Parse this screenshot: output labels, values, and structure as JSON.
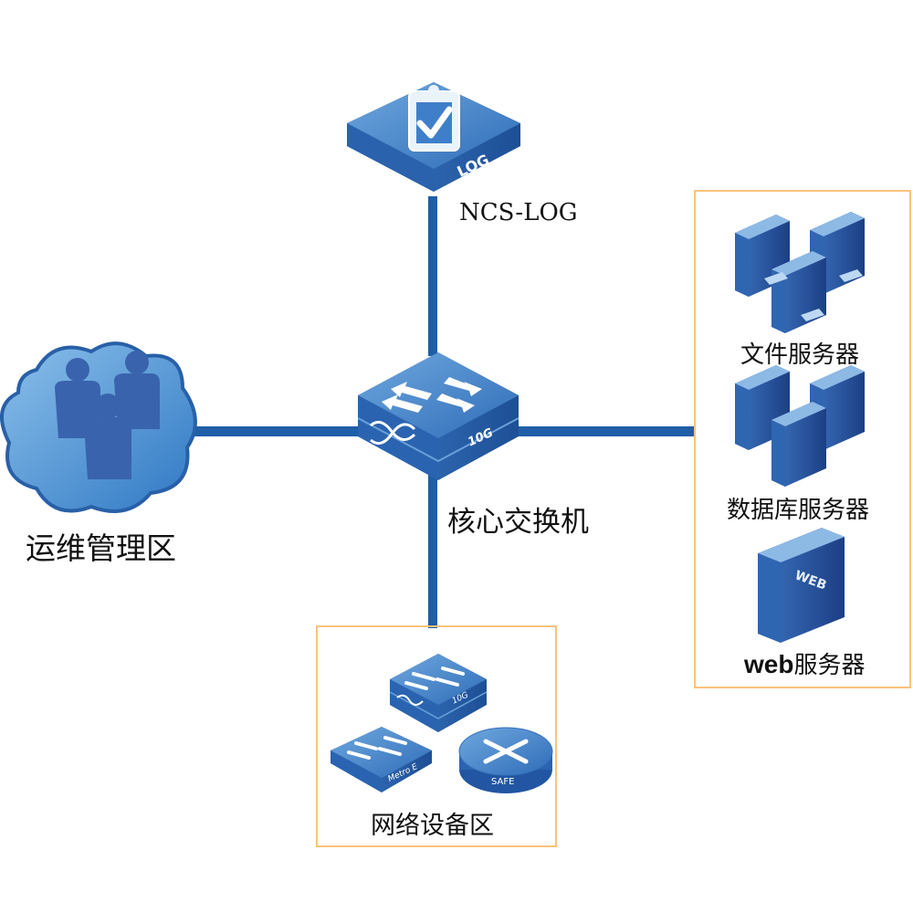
{
  "diagram": {
    "title": "Network topology",
    "accent_color": "#1f5fa8",
    "box_border_color": "#fcc27a",
    "nodes": {
      "log": {
        "label": "NCS-LOG",
        "badge": "LOG",
        "icon": "log-clipboard-icon"
      },
      "core": {
        "label": "核心交换机",
        "badge": "10G",
        "icon": "core-switch-icon"
      },
      "ops": {
        "label": "运维管理区",
        "icon": "ops-users-cloud-icon"
      },
      "network_zone": {
        "label": "网络设备区",
        "devices": [
          {
            "badge": "10G",
            "icon": "switch-icon"
          },
          {
            "badge": "Metro E",
            "icon": "metro-switch-icon"
          },
          {
            "badge": "SAFE",
            "icon": "router-icon"
          }
        ]
      },
      "server_zone": {
        "groups": [
          {
            "label": "文件服务器",
            "icon": "file-server-icon"
          },
          {
            "label": "数据库服务器",
            "icon": "database-server-icon"
          },
          {
            "label_bold": "web",
            "label_rest": "服务器",
            "badge": "WEB",
            "icon": "web-server-icon"
          }
        ]
      }
    }
  }
}
